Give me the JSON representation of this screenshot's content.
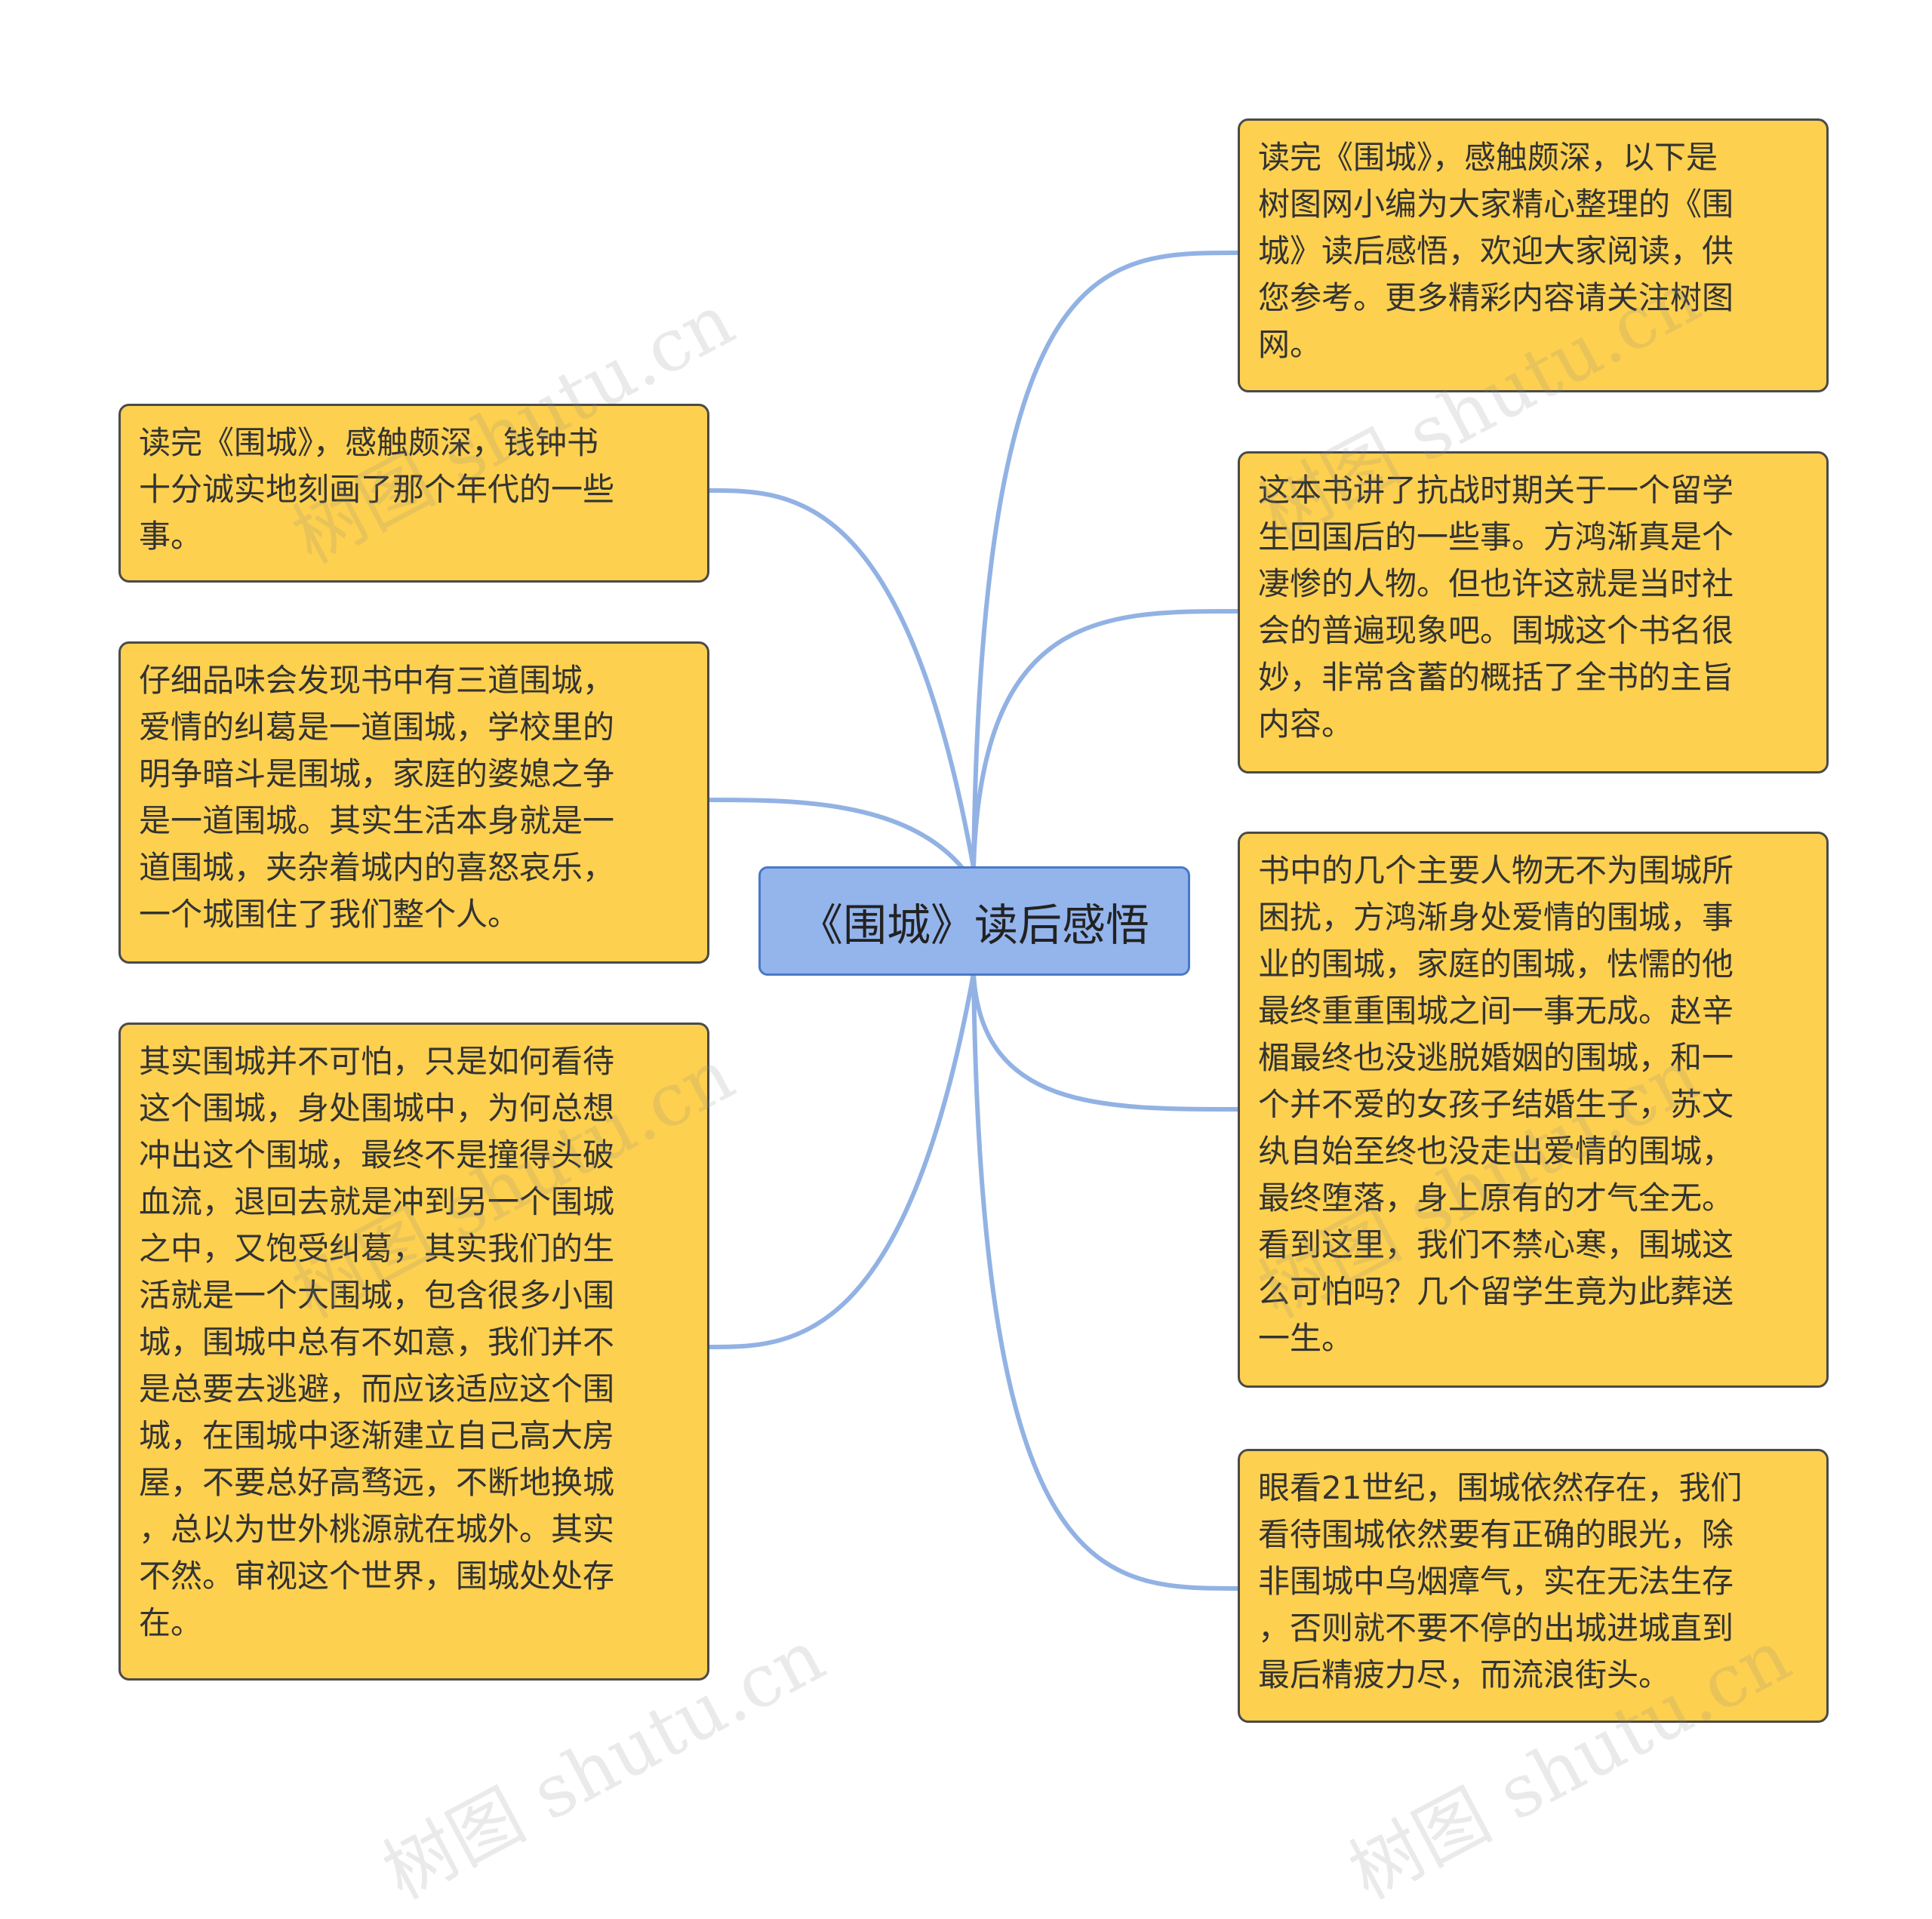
{
  "center": {
    "title": "《围城》读后感悟"
  },
  "colors": {
    "link": "#92b2e4",
    "node_fill": "#fdd04f",
    "node_border": "#4a4a4a",
    "center_fill": "#94b4ec",
    "center_border": "#4a78c8"
  },
  "left_nodes": [
    {
      "text": "读完《围城》，感触颇深，钱钟书\n十分诚实地刻画了那个年代的一些\n事。"
    },
    {
      "text": "仔细品味会发现书中有三道围城，\n爱情的纠葛是一道围城，学校里的\n明争暗斗是围城，家庭的婆媳之争\n是一道围城。其实生活本身就是一\n道围城，夹杂着城内的喜怒哀乐，\n一个城围住了我们整个人。"
    },
    {
      "text": "其实围城并不可怕，只是如何看待\n这个围城，身处围城中，为何总想\n冲出这个围城，最终不是撞得头破\n血流，退回去就是冲到另一个围城\n之中，又饱受纠葛，其实我们的生\n活就是一个大围城，包含很多小围\n城，围城中总有不如意，我们并不\n是总要去逃避，而应该适应这个围\n城，在围城中逐渐建立自己高大房\n屋，不要总好高骛远，不断地换城\n，总以为世外桃源就在城外。其实\n不然。审视这个世界，围城处处存\n在。"
    }
  ],
  "right_nodes": [
    {
      "text": "读完《围城》，感触颇深，以下是\n树图网小编为大家精心整理的《围\n城》读后感悟，欢迎大家阅读，供\n您参考。更多精彩内容请关注树图\n网。"
    },
    {
      "text": "这本书讲了抗战时期关于一个留学\n生回国后的一些事。方鸿渐真是个\n凄惨的人物。但也许这就是当时社\n会的普遍现象吧。围城这个书名很\n妙，非常含蓄的概括了全书的主旨\n内容。"
    },
    {
      "text": "书中的几个主要人物无不为围城所\n困扰，方鸿渐身处爱情的围城，事\n业的围城，家庭的围城，怯懦的他\n最终重重围城之间一事无成。赵辛\n楣最终也没逃脱婚姻的围城，和一\n个并不爱的女孩子结婚生子，苏文\n纨自始至终也没走出爱情的围城，\n最终堕落，身上原有的才气全无。\n看到这里，我们不禁心寒，围城这\n么可怕吗？几个留学生竟为此葬送\n一生。"
    },
    {
      "text": "眼看21世纪，围城依然存在，我们\n看待围城依然要有正确的眼光，除\n非围城中乌烟瘴气，实在无法生存\n，否则就不要不停的出城进城直到\n最后精疲力尽，而流浪街头。"
    }
  ],
  "watermarks": [
    "树图 shutu.cn",
    "树图 shutu.cn",
    "树图 shutu.cn",
    "树图 shutu.cn",
    "树图 shutu.cn",
    "树图 shutu.cn"
  ]
}
